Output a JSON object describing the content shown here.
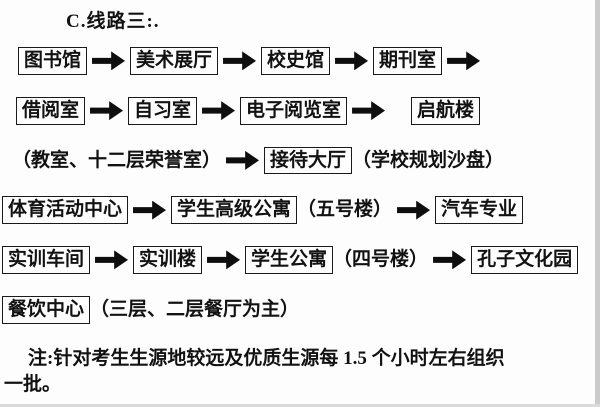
{
  "colors": {
    "ink": "#121212",
    "page_background": "#fdfdfd",
    "scan_edge": "#cbcbcb"
  },
  "page": {
    "title": "C.线路三:."
  },
  "flow": {
    "row1": {
      "box1": "图书馆",
      "box2": "美术展厅",
      "box3": "校史馆",
      "box4": "期刊室"
    },
    "row2": {
      "box1": "借阅室",
      "box2": "自习室",
      "box3": "电子阅览室",
      "box4": "启航楼"
    },
    "row3": {
      "prefix": "（教室、十二层荣誉室）",
      "box1": "接待大厅",
      "suffix": "（学校规划沙盘）"
    },
    "row4": {
      "box1": "体育活动中心",
      "box2": "学生高级公寓",
      "label": "（五号楼）",
      "box3": "汽车专业"
    },
    "row5": {
      "box1": "实训车间",
      "box2": "实训楼",
      "box3": "学生公寓",
      "label": "（四号楼）",
      "box4": "孔子文化园"
    },
    "row6": {
      "box1": "餐饮中心",
      "label": "（三层、二层餐厅为主）"
    }
  },
  "note": {
    "line1": "注:针对考生生源地较远及优质生源每 1.5 个小时左右组织",
    "line2": "一批。"
  }
}
